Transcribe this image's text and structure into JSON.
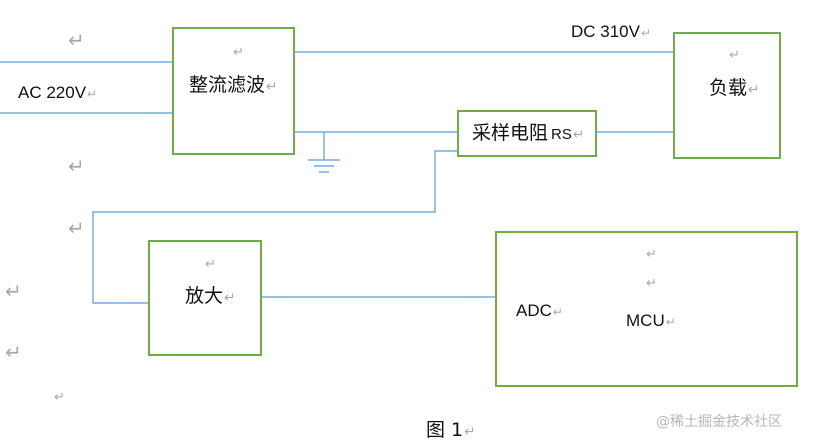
{
  "diagram": {
    "blocks": {
      "rectifier": {
        "label": "整流滤波"
      },
      "load": {
        "label": "负载"
      },
      "sense_resistor": {
        "label": "采样电阻",
        "suffix": "RS"
      },
      "amplifier": {
        "label": "放大"
      },
      "mcu": {
        "adc_label": "ADC",
        "label": "MCU"
      }
    },
    "labels": {
      "ac_input": "AC 220V",
      "dc_output": "DC 310V"
    },
    "return_mark": "↵",
    "caption": "图 1"
  },
  "watermark": "@稀土掘金技术社区",
  "colors": {
    "block_border": "#70ad47",
    "wire": "#5b9bd5",
    "return_mark": "#a9a9a9"
  }
}
